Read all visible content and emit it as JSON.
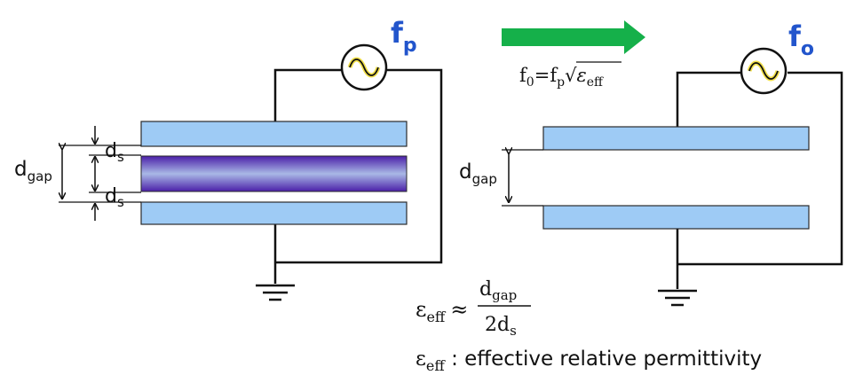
{
  "colors": {
    "plate": "#9ecbf5",
    "plate_border": "#2b2b2b",
    "wire": "#111111",
    "freq_label": "#2255cc",
    "arrow": "#15b04a",
    "source_wave": "#f2e04a",
    "dielectric_dark": "#4a1fa8",
    "dielectric_light": "#a9b8e6"
  },
  "left_circuit": {
    "source_label": {
      "main": "f",
      "sub": "p"
    },
    "gap_label": {
      "main": "d",
      "sub": "gap"
    },
    "spacer_label_top": {
      "main": "d",
      "sub": "s"
    },
    "spacer_label_bottom": {
      "main": "d",
      "sub": "s"
    },
    "source_icon": "ac-source-icon",
    "ground_icon": "ground-icon"
  },
  "right_circuit": {
    "source_label": {
      "main": "f",
      "sub": "o"
    },
    "gap_label": {
      "main": "d",
      "sub": "gap"
    },
    "source_icon": "ac-source-icon",
    "ground_icon": "ground-icon"
  },
  "transition": {
    "arrow_icon": "right-arrow-icon",
    "formula": {
      "f0": "f",
      "f0_sub": "0",
      "equals": "=",
      "fp": "f",
      "fp_sub": "p",
      "radical": "√",
      "eps": "ε",
      "eps_sub": "eff"
    }
  },
  "equations": {
    "approx": {
      "eps": "ε",
      "eps_sub": "eff",
      "symbol": "≈",
      "numerator": "d",
      "numerator_sub": "gap",
      "denominator": "2d",
      "denominator_sub": "s"
    },
    "definition": {
      "eps": "ε",
      "eps_sub": "eff",
      "text": " : effective relative permittivity"
    }
  }
}
